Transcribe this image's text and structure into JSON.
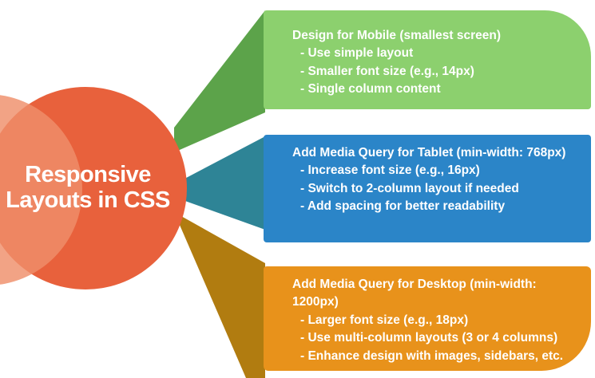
{
  "title": {
    "line1": "Responsive",
    "line2": "Layouts in CSS"
  },
  "branches": [
    {
      "id": "mobile",
      "heading": "Design for Mobile (smallest screen)",
      "bullets": [
        "- Use simple layout",
        "- Smaller font size (e.g., 14px)",
        "- Single column content"
      ],
      "box_color": "#8CD06E",
      "connector_color": "#5CA34A"
    },
    {
      "id": "tablet",
      "heading": "Add Media Query for Tablet (min-width: 768px)",
      "bullets": [
        "- Increase font size (e.g., 16px)",
        "- Switch to 2-column layout if needed",
        "- Add spacing for better readability"
      ],
      "box_color": "#2B85C8",
      "connector_color": "#2E8496"
    },
    {
      "id": "desktop",
      "heading": "Add Media Query for Desktop (min-width: 1200px)",
      "bullets": [
        "- Larger font size (e.g., 18px)",
        "- Use multi-column layouts (3 or 4 columns)",
        "- Enhance design with images, sidebars, etc."
      ],
      "box_color": "#E8921B",
      "connector_color": "#B17C10"
    }
  ],
  "colors": {
    "background": "#FFFFFF",
    "circle_main": "#E8613C",
    "circle_light": "rgba(239,143,106,0.82)",
    "text": "#FFFFFF"
  }
}
